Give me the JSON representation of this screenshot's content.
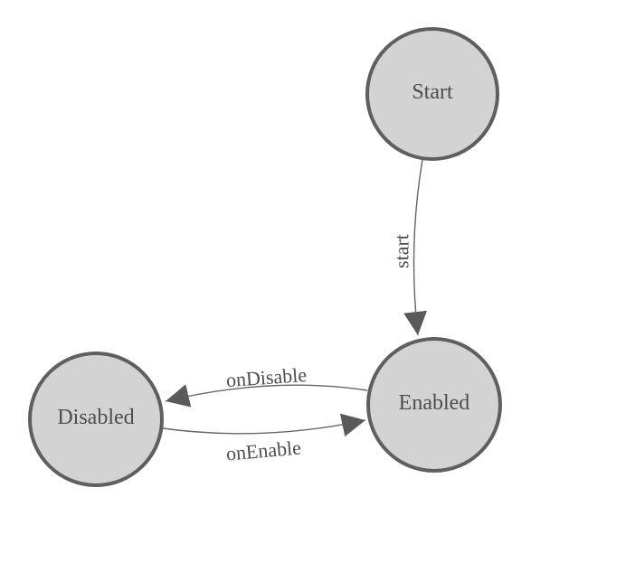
{
  "diagram": {
    "type": "state-machine",
    "background_color": "#ffffff",
    "node_fill_color": "#d3d3d3",
    "node_border_color": "#5f5f5f",
    "edge_line_color": "#666666",
    "arrowhead_color": "#5a5a5a",
    "label_color": "#4d4d4d",
    "nodes": [
      {
        "label": "Start"
      },
      {
        "label": "Enabled"
      },
      {
        "label": "Disabled"
      }
    ],
    "edges": [
      {
        "from": "Start",
        "to": "Enabled",
        "label": "start"
      },
      {
        "from": "Enabled",
        "to": "Disabled",
        "label": "onDisable"
      },
      {
        "from": "Disabled",
        "to": "Enabled",
        "label": "onEnable"
      }
    ]
  }
}
